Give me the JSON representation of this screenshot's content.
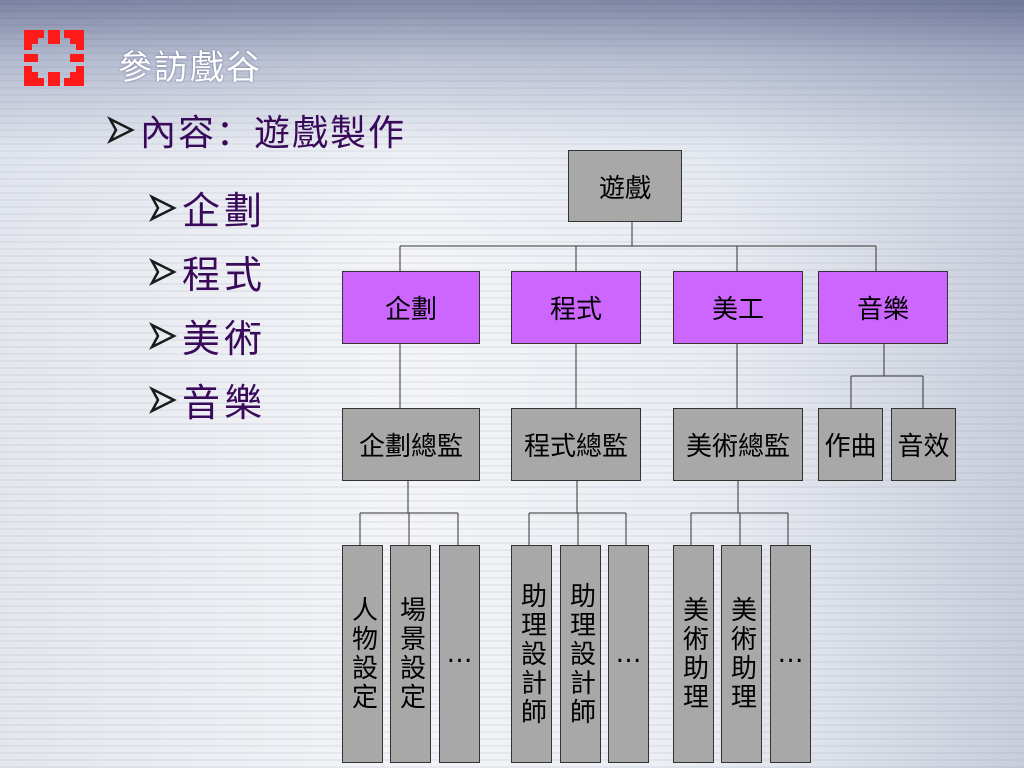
{
  "header": {
    "title": "參訪戲谷"
  },
  "bullets": {
    "main": "內容：遊戲製作",
    "subs": [
      "企劃",
      "程式",
      "美術",
      "音樂"
    ]
  },
  "chart": {
    "root": "遊戲",
    "departments": [
      "企劃",
      "程式",
      "美工",
      "音樂"
    ],
    "directors": [
      "企劃總監",
      "程式總監",
      "美術總監"
    ],
    "music_roles": [
      "作曲",
      "音效"
    ],
    "leaves": {
      "planning": [
        "人物設定",
        "場景設定",
        "…"
      ],
      "program": [
        "助理設計師",
        "助理設計師",
        "…"
      ],
      "art": [
        "美術助理",
        "美術助理",
        "…"
      ]
    }
  },
  "colors": {
    "department": "#cc66ff",
    "node": "#a8a8a8",
    "logo": "#ff0000",
    "bullet_text": "#3a0a5a"
  }
}
